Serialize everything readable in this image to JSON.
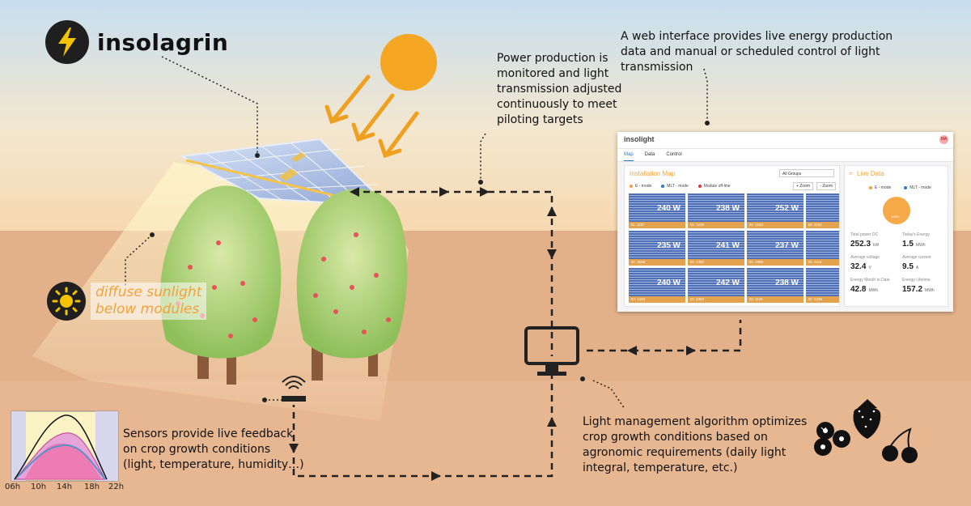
{
  "brand": {
    "name": "insolagrin"
  },
  "diffuse": {
    "line1": "diffuse sunlight",
    "line2": "below modules"
  },
  "captions": {
    "power": [
      "Power production is",
      "monitored and light",
      "transmission adjusted",
      "continuously to meet",
      "piloting targets"
    ],
    "web": [
      "A web interface provides live energy production",
      "data and manual or scheduled control of light",
      "transmission"
    ],
    "sensors": [
      "Sensors provide live feedback",
      "on crop growth conditions",
      "(light, temperature, humidity…)"
    ],
    "algorithm": [
      "Light management algorithm optimizes",
      "crop growth conditions based on",
      "agronomic requirements (daily light",
      "integral, temperature, etc.)"
    ]
  },
  "mini_chart": {
    "ticks": [
      "06h",
      "10h",
      "14h",
      "18h",
      "22h"
    ]
  },
  "ui": {
    "logo": "insolight",
    "avatar": "MA",
    "tabs": [
      "Map",
      "Data",
      "Control"
    ],
    "map": {
      "title": "Installation Map",
      "group_select": "All Groups",
      "legend": [
        "E - mode",
        "MLT - mode",
        "Module off-line"
      ],
      "zoom_in": "+ Zoom",
      "zoom_out": "- Zoom",
      "tiles": [
        {
          "watts": "240 W",
          "id": "ID: 1107"
        },
        {
          "watts": "238 W",
          "id": "ID: 1238"
        },
        {
          "watts": "252 W",
          "id": "ID: 1345"
        },
        {
          "watts": "",
          "id": "ID: 1102"
        },
        {
          "watts": "235 W",
          "id": "ID: 1508"
        },
        {
          "watts": "241 W",
          "id": "ID: 1452"
        },
        {
          "watts": "237 W",
          "id": "ID: 1398"
        },
        {
          "watts": "",
          "id": "ID: 1116"
        },
        {
          "watts": "240 W",
          "id": "ID: 1433"
        },
        {
          "watts": "242 W",
          "id": "ID: 2303"
        },
        {
          "watts": "238 W",
          "id": "ID: 1145"
        },
        {
          "watts": "",
          "id": "ID: 1235"
        }
      ]
    },
    "live": {
      "title": "Live Data",
      "legend": [
        "E - mode",
        "MLT - mode"
      ],
      "pie_label": "100%",
      "stats": [
        {
          "label": "Total power DC",
          "value": "252.3",
          "unit": "kW"
        },
        {
          "label": "Today's Energy",
          "value": "1.5",
          "unit": "MWh"
        },
        {
          "label": "Average voltage",
          "value": "32.4",
          "unit": "V"
        },
        {
          "label": "Average current",
          "value": "9.5",
          "unit": "A"
        },
        {
          "label": "Energy Month to Date",
          "value": "42.8",
          "unit": "MWh"
        },
        {
          "label": "Energy Lifetime",
          "value": "157.2",
          "unit": "MWh"
        }
      ]
    }
  },
  "colors": {
    "sun": "#f5a623",
    "ground": "#e7b48c",
    "sky": "#cfe3f2",
    "accent": "#f2a23a",
    "panel": "#5a78be"
  },
  "icons": [
    "lightning-icon",
    "sun-icon",
    "sensor-icon",
    "monitor-icon",
    "blueberry-icon",
    "strawberry-icon",
    "cherry-icon"
  ]
}
